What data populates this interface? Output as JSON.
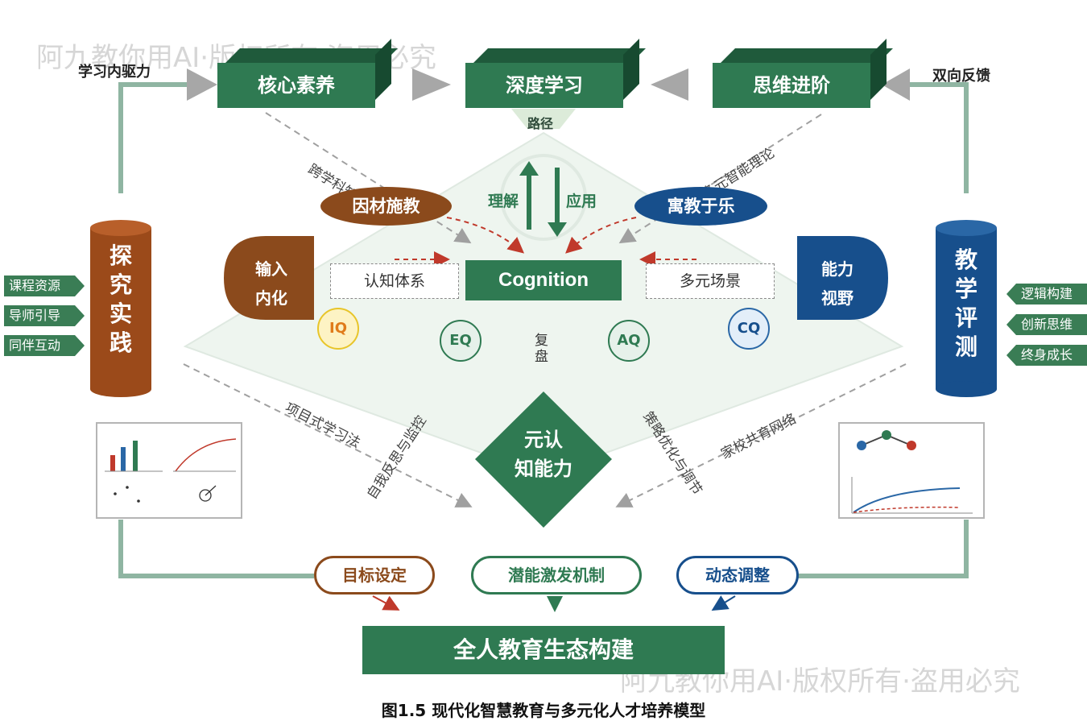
{
  "watermark": "阿九教你用AI·版权所有·盗用必究",
  "top_boxes": [
    "核心素养",
    "深度学习",
    "思维进阶"
  ],
  "path_label": "路径",
  "loop_labels": {
    "left": "学习内驱力",
    "right": "双向反馈"
  },
  "pillars": {
    "left": "探究实践",
    "right": "教学评测"
  },
  "left_tags": [
    "课程资源",
    "导师引导",
    "同伴互动"
  ],
  "right_tags": [
    "逻辑构建",
    "创新思维",
    "终身成长"
  ],
  "ovals": {
    "left": "因材施教",
    "right": "寓教于乐"
  },
  "side_blocks": {
    "left": [
      "输入",
      "内化"
    ],
    "right": [
      "能力",
      "视野"
    ]
  },
  "center": "Cognition",
  "dashed_boxes": {
    "left": "认知体系",
    "right": "多元场景"
  },
  "arrows_center": {
    "up": "理解",
    "down": "应用"
  },
  "quotients": [
    "IQ",
    "EQ",
    "AQ",
    "CQ"
  ],
  "review": "复盘",
  "diamond": [
    "元认",
    "知能力"
  ],
  "diag_labels": {
    "upper_left": "跨学科知识融",
    "upper_right": "多元智能理论",
    "lower_left_outer": "项目式学习法",
    "lower_left_inner": "自我反思与监控",
    "lower_right_inner": "策略优化与调节",
    "lower_right_outer": "家校共育网络"
  },
  "bottom_pills": [
    "目标设定",
    "潜能激发机制",
    "动态调整"
  ],
  "bottom_box": "全人教育生态构建",
  "caption": "图1.5 现代化智慧教育与多元化人才培养模型",
  "colors": {
    "green": "#2f7a52",
    "brown": "#8b4a1c",
    "blue": "#174f8c",
    "loop": "#8fb5a2"
  }
}
